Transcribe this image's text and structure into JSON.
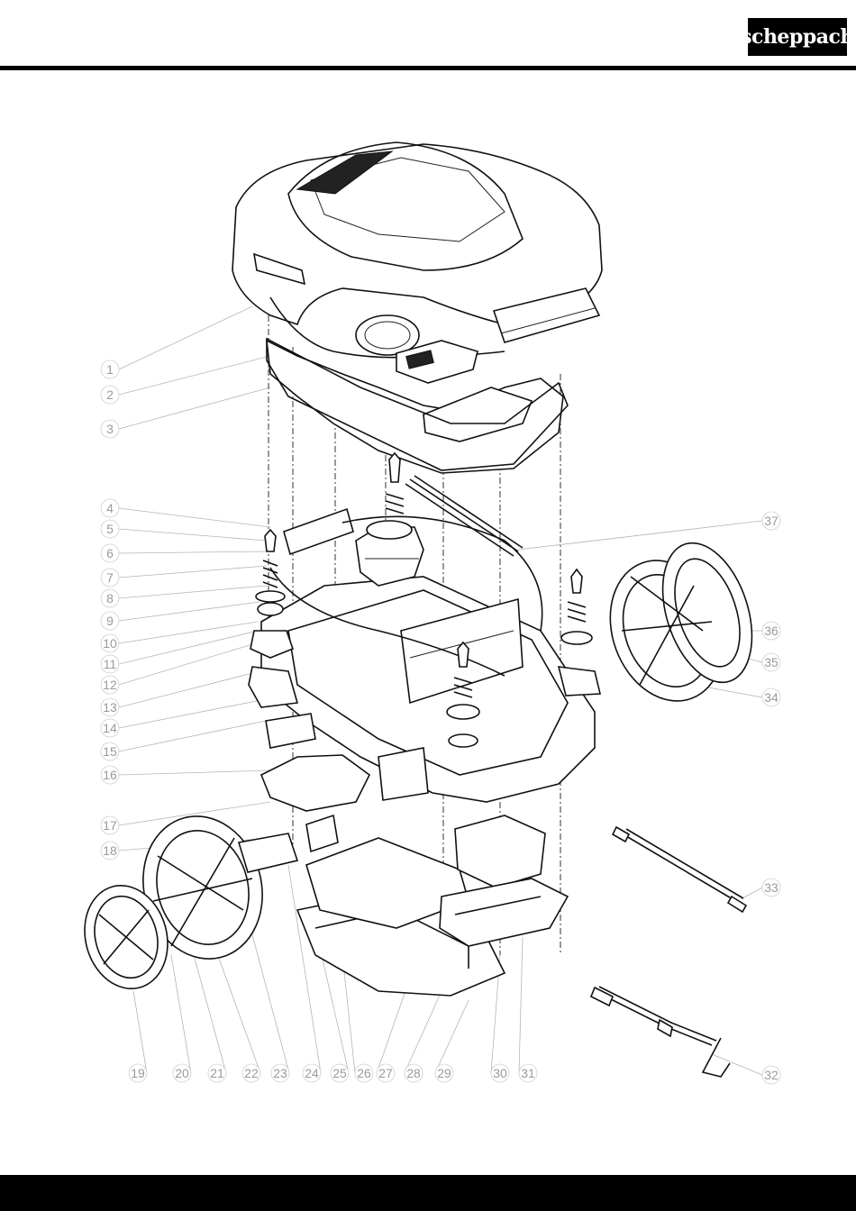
{
  "brand": {
    "logo_text": "scheppach"
  },
  "callouts": [
    {
      "label": "1"
    },
    {
      "label": "2"
    },
    {
      "label": "3"
    },
    {
      "label": "4"
    },
    {
      "label": "5"
    },
    {
      "label": "6"
    },
    {
      "label": "7"
    },
    {
      "label": "8"
    },
    {
      "label": "9"
    },
    {
      "label": "10"
    },
    {
      "label": "11"
    },
    {
      "label": "12"
    },
    {
      "label": "13"
    },
    {
      "label": "14"
    },
    {
      "label": "15"
    },
    {
      "label": "16"
    },
    {
      "label": "17"
    },
    {
      "label": "18"
    },
    {
      "label": "19"
    },
    {
      "label": "20"
    },
    {
      "label": "21"
    },
    {
      "label": "22"
    },
    {
      "label": "23"
    },
    {
      "label": "24"
    },
    {
      "label": "25"
    },
    {
      "label": "26"
    },
    {
      "label": "27"
    },
    {
      "label": "28"
    },
    {
      "label": "29"
    },
    {
      "label": "30"
    },
    {
      "label": "31"
    },
    {
      "label": "32"
    },
    {
      "label": "33"
    },
    {
      "label": "34"
    },
    {
      "label": "35"
    },
    {
      "label": "36"
    },
    {
      "label": "37"
    }
  ]
}
